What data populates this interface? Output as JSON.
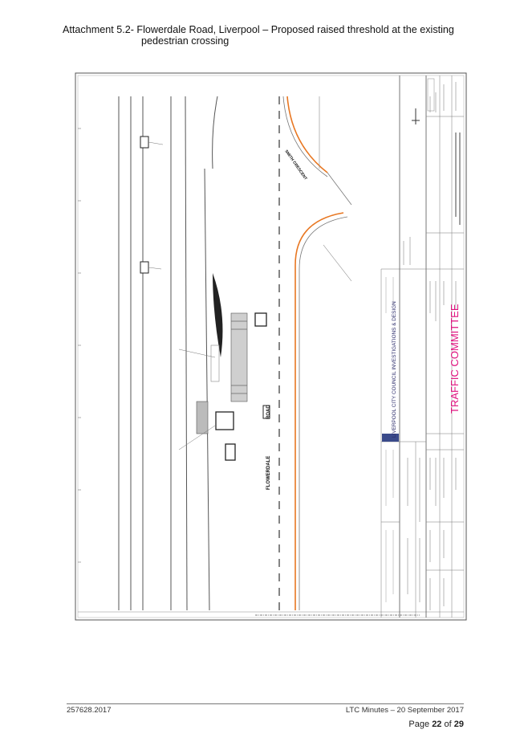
{
  "header": {
    "line1": "Attachment 5.2- Flowerdale Road, Liverpool – Proposed raised threshold at the existing",
    "line2": "pedestrian crossing"
  },
  "drawing": {
    "road_name_left": "FLOWERDALE",
    "road_name_right": "ROAD",
    "side_street": "SMITH CRESCENT",
    "council_banner": "LIVERPOOL CITY COUNCIL INVESTIGATIONS & DESIGN",
    "committee_stamp": "TRAFFIC COMMITTEE",
    "stamp_color": "#e0117f",
    "kerb_color": "#e87722"
  },
  "footer": {
    "doc_ref": "257628.2017",
    "minutes": "LTC Minutes – 20 September 2017",
    "page_prefix": "Page",
    "page_current": "22",
    "page_of": "of",
    "page_total": "29"
  }
}
